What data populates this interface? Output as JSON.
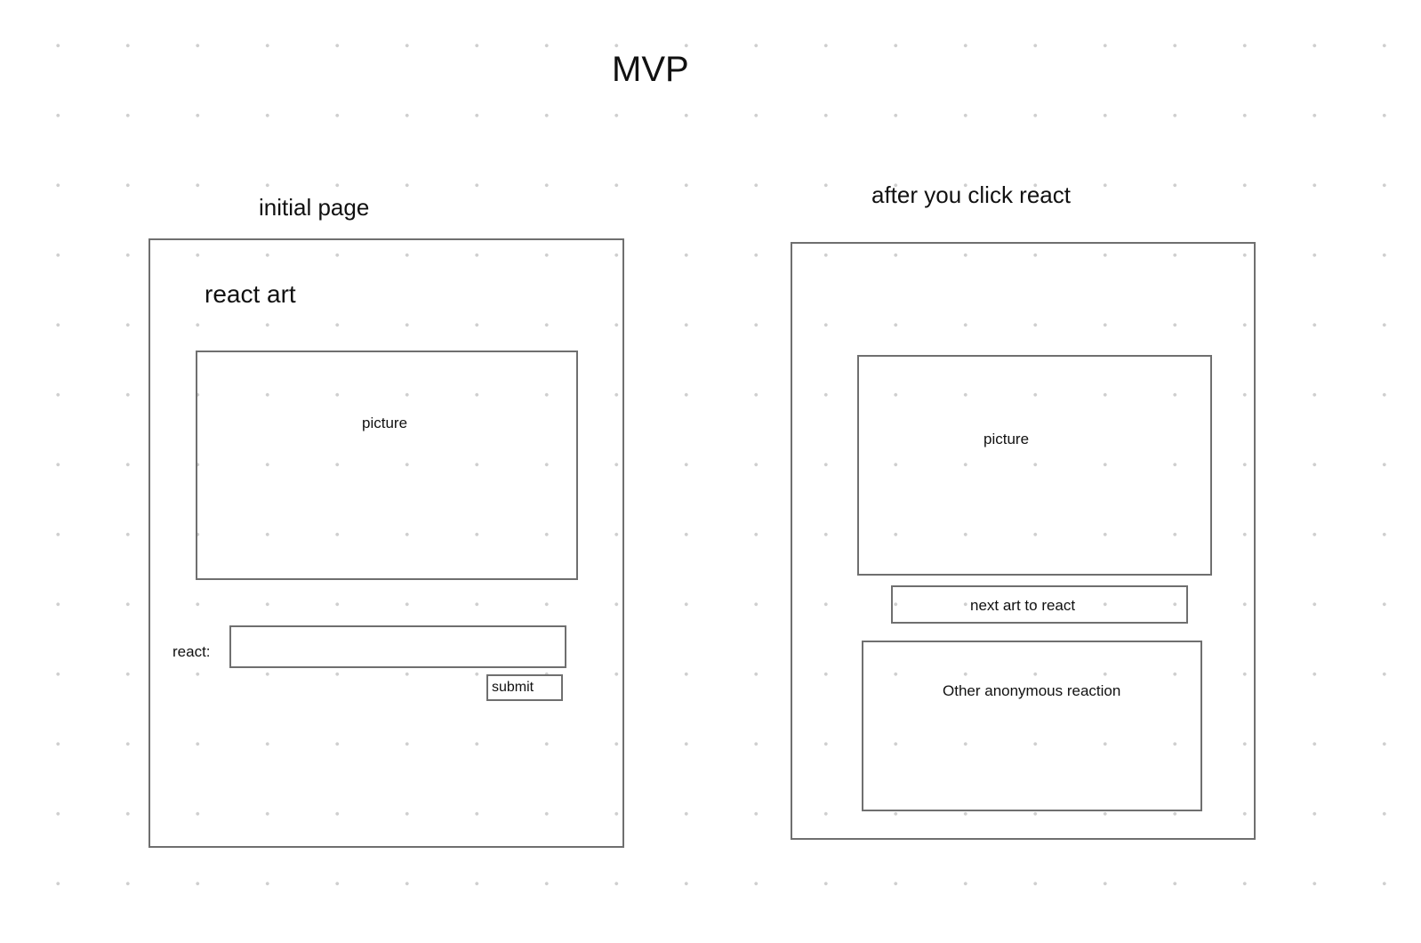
{
  "title": "MVP",
  "initial": {
    "caption": "initial page",
    "heading": "react art",
    "picture_label": "picture",
    "react_label": "react:",
    "react_input_value": "",
    "submit_label": "submit"
  },
  "after": {
    "caption": "after you click react",
    "picture_label": "picture",
    "next_button_label": "next art to react",
    "reactions_label": "Other anonymous reaction"
  }
}
